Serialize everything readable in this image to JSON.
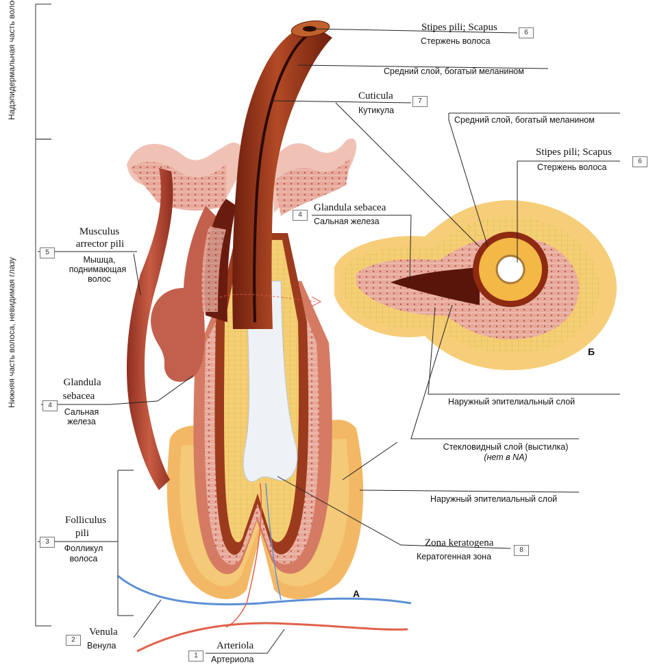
{
  "side_labels": {
    "upper": "Надэпидермальная часть волоса",
    "lower": "Нижняя часть волоса, невидимая глазу"
  },
  "labels": {
    "stipes_a": {
      "num": "6",
      "latin": "Stipes pili; Scapus",
      "russian": "Стержень волоса"
    },
    "middle_layer_a": {
      "russian": "Средний слой, богатый меланином"
    },
    "cuticula": {
      "num": "7",
      "latin": "Cuticula",
      "russian": "Кутикула"
    },
    "middle_layer_b": {
      "russian": "Средний слой, богатый меланином"
    },
    "stipes_b": {
      "num": "6",
      "latin": "Stipes pili; Scapus",
      "russian": "Стержень волоса"
    },
    "glandula_b": {
      "num": "4",
      "latin": "Glandula sebacea",
      "russian": "Сальная железа"
    },
    "musculus": {
      "num": "5",
      "latin1": "Musculus",
      "latin2": "arrector pili",
      "russian1": "Мышца,",
      "russian2": "поднимающая",
      "russian3": "волос"
    },
    "glandula_a": {
      "num": "4",
      "latin1": "Glandula",
      "latin2": "sebacea",
      "russian1": "Сальная",
      "russian2": "железа"
    },
    "outer_epithelial_b": {
      "russian": "Наружный эпителиальный слой"
    },
    "glassy_layer": {
      "russian1": "Стекловидный слой (выстилка)",
      "russian2": "(нет в NA)"
    },
    "outer_epithelial_a": {
      "russian": "Наружный эпителиальный слой"
    },
    "folliculus": {
      "num": "3",
      "latin1": "Folliculus",
      "latin2": "pili",
      "russian1": "Фолликул",
      "russian2": "волоса"
    },
    "zona": {
      "num": "8",
      "latin": "Zona keratogena",
      "russian": "Кератогенная зона"
    },
    "venula": {
      "num": "2",
      "latin": "Venula",
      "russian": "Венула"
    },
    "arteriola": {
      "num": "1",
      "latin": "Arteriola",
      "russian": "Артериола"
    }
  },
  "panel_letters": {
    "a": "А",
    "b": "Б"
  },
  "colors": {
    "shaft": "#9a3a1e",
    "shaft_dark": "#6e1f0e",
    "muscle": "#b04a38",
    "dermis": "#e5a294",
    "epidermis": "#f1c9bd",
    "follicle_outer": "#f0b25a",
    "follicle_yellow": "#f3d27a",
    "gland": "#c05a4a",
    "cortex": "#ffffff",
    "venule": "#5d8fd6",
    "arteriole": "#e0604a"
  }
}
